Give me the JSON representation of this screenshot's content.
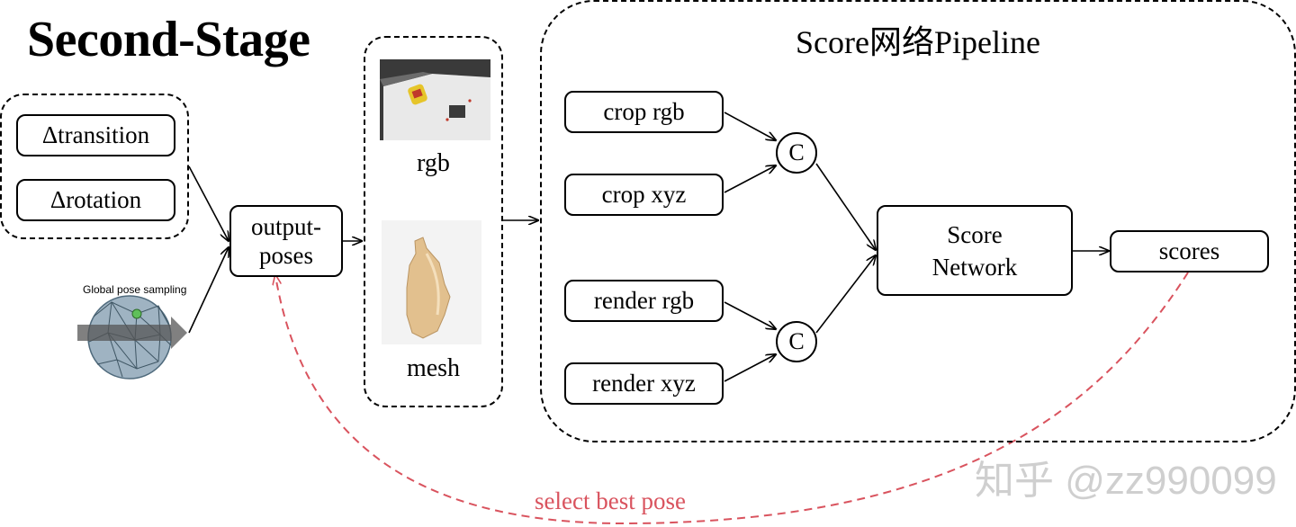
{
  "title": "Second-Stage",
  "inputs": {
    "transition": "Δtransition",
    "rotation": "Δrotation",
    "sampling_caption": "Global pose sampling"
  },
  "output_poses": "output-\nposes",
  "renders": {
    "rgb": "rgb",
    "mesh": "mesh"
  },
  "pipeline": {
    "title": "Score网络Pipeline",
    "crop_rgb": "crop rgb",
    "crop_xyz": "crop xyz",
    "render_rgb": "render rgb",
    "render_xyz": "render xyz",
    "concat_top": "C",
    "concat_bottom": "C",
    "network": "Score\nNetwork",
    "scores": "scores"
  },
  "feedback_label": "select best pose",
  "watermark": "知乎 @zz990099",
  "colors": {
    "feedback": "#d9535e",
    "bottle": "#e2c08e",
    "sphere": "#9fb3c2"
  }
}
